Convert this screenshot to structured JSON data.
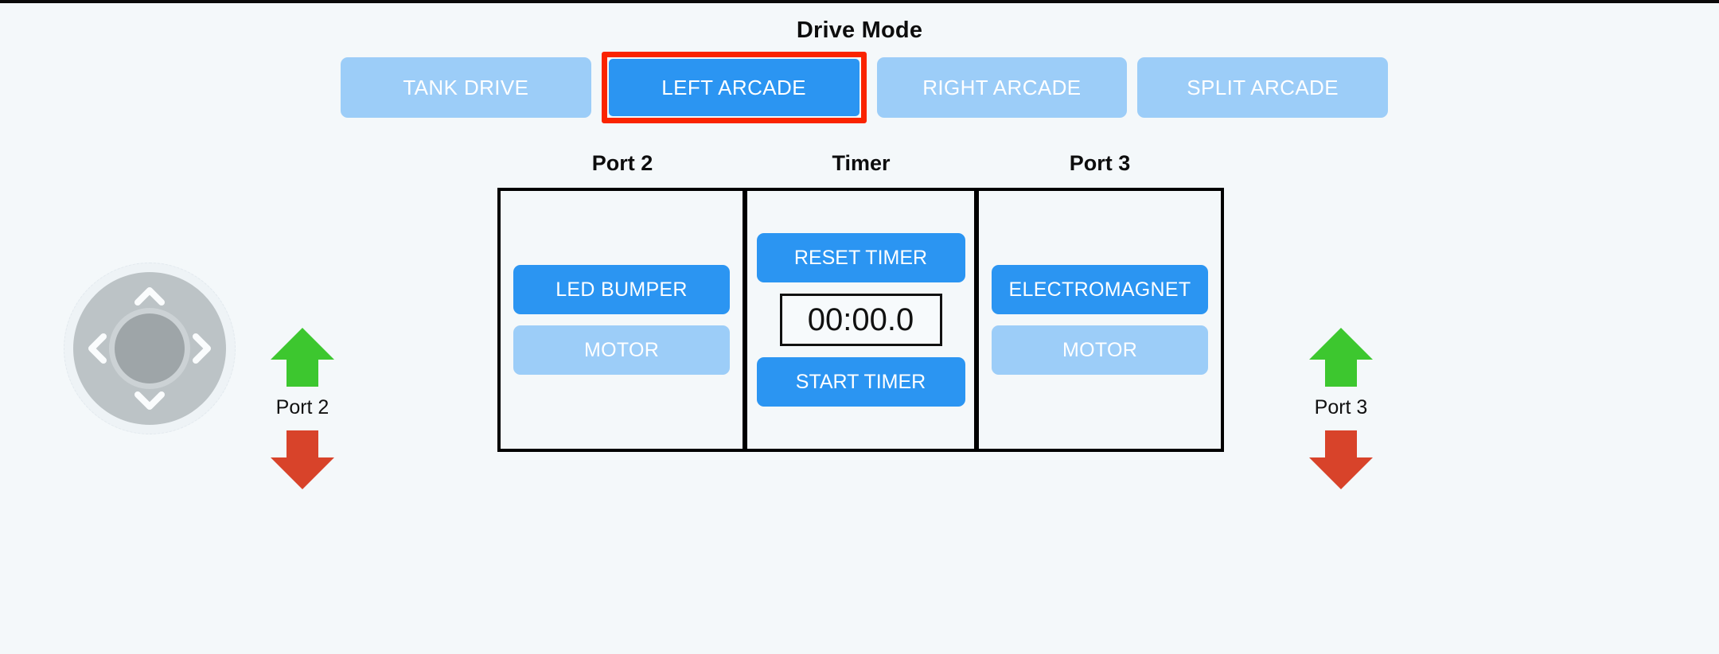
{
  "theme": {
    "background": "#f4f8fa",
    "accent_blue": "#2b95f2",
    "muted_blue": "#9ccdf8",
    "highlight_red": "#fa2400",
    "arrow_green": "#3dc72f",
    "arrow_red": "#d8432a",
    "panel_border": "#000000",
    "text_dark": "#0d0d0d"
  },
  "header": {
    "title": "Drive Mode"
  },
  "drive_modes": [
    {
      "label": "TANK DRIVE",
      "selected": false,
      "active": false
    },
    {
      "label": "LEFT ARCADE",
      "selected": true,
      "active": true
    },
    {
      "label": "RIGHT ARCADE",
      "selected": false,
      "active": false
    },
    {
      "label": "SPLIT ARCADE",
      "selected": false,
      "active": false
    }
  ],
  "panels": {
    "port2": {
      "title": "Port 2",
      "buttons": [
        {
          "label": "LED BUMPER",
          "state": "active"
        },
        {
          "label": "MOTOR",
          "state": "muted"
        }
      ]
    },
    "timer": {
      "title": "Timer",
      "reset_label": "RESET TIMER",
      "display": "00:00.0",
      "start_label": "START TIMER"
    },
    "port3": {
      "title": "Port 3",
      "buttons": [
        {
          "label": "ELECTROMAGNET",
          "state": "active"
        },
        {
          "label": "MOTOR",
          "state": "muted"
        }
      ]
    }
  },
  "dpad": {
    "name": "directional-pad",
    "directions": [
      "up",
      "right",
      "down",
      "left"
    ]
  },
  "port_arrows": {
    "left": {
      "label": "Port 2",
      "up_icon": "arrow-up-icon",
      "down_icon": "arrow-down-icon"
    },
    "right": {
      "label": "Port 3",
      "up_icon": "arrow-up-icon",
      "down_icon": "arrow-down-icon"
    }
  }
}
